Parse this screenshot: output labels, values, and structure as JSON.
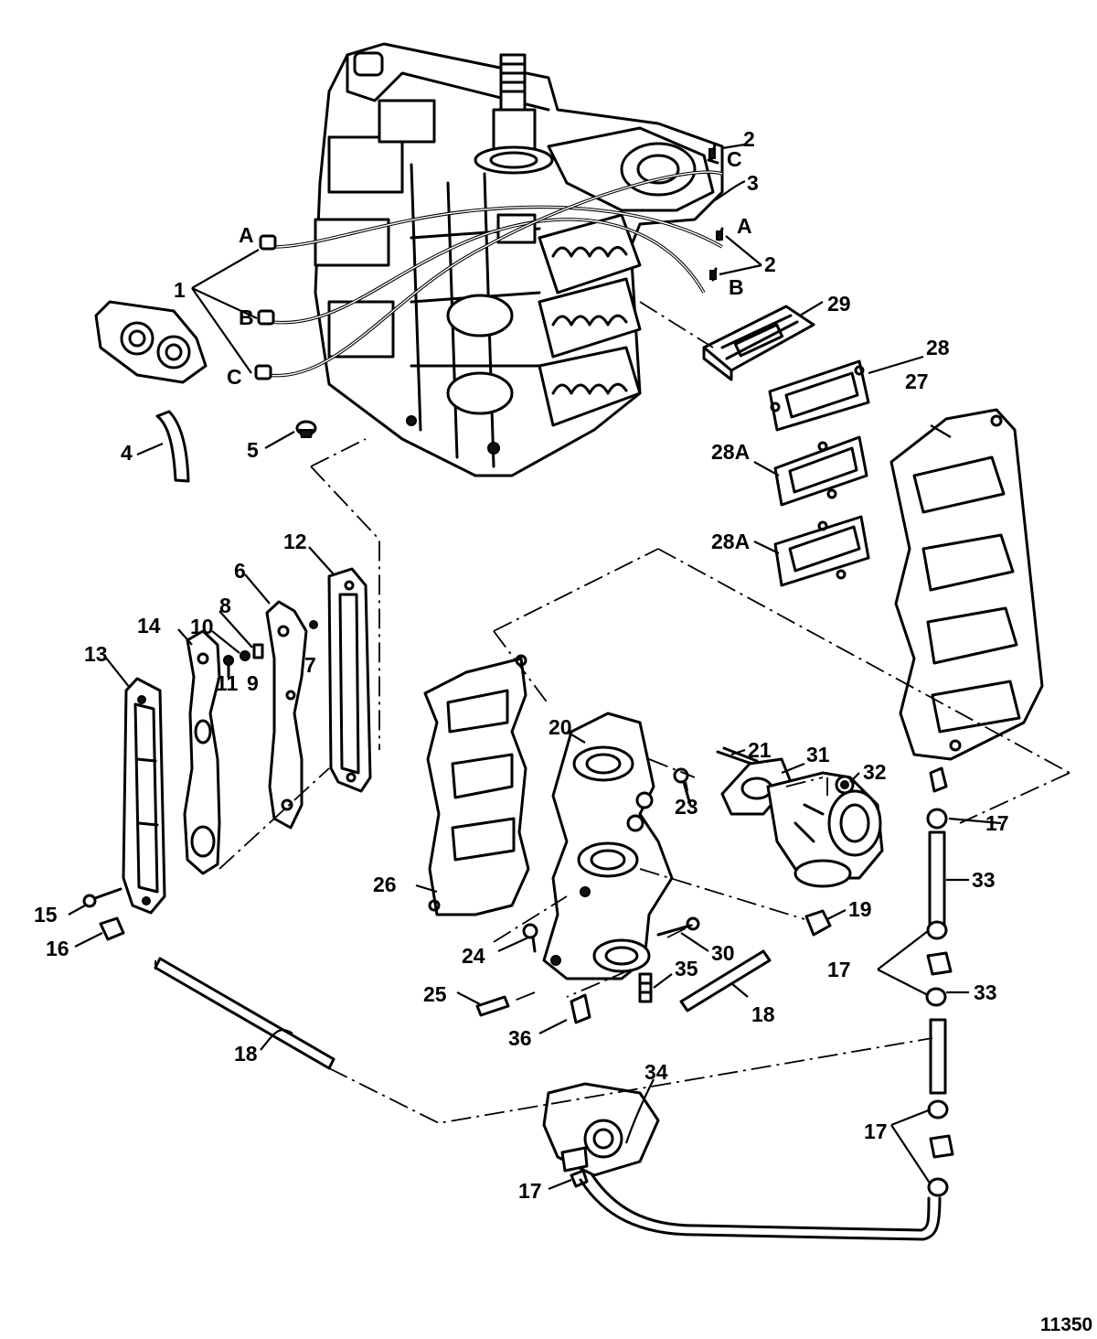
{
  "drawing_id": "11350",
  "callouts": [
    {
      "id": "c1",
      "text": "1"
    },
    {
      "id": "c2a",
      "text": "2"
    },
    {
      "id": "c2b",
      "text": "2"
    },
    {
      "id": "c3",
      "text": "3"
    },
    {
      "id": "c4",
      "text": "4"
    },
    {
      "id": "c5",
      "text": "5"
    },
    {
      "id": "c6",
      "text": "6"
    },
    {
      "id": "c7",
      "text": "7"
    },
    {
      "id": "c8",
      "text": "8"
    },
    {
      "id": "c9",
      "text": "9"
    },
    {
      "id": "c10",
      "text": "10"
    },
    {
      "id": "c11",
      "text": "11"
    },
    {
      "id": "c12",
      "text": "12"
    },
    {
      "id": "c13",
      "text": "13"
    },
    {
      "id": "c14",
      "text": "14"
    },
    {
      "id": "c15",
      "text": "15"
    },
    {
      "id": "c16",
      "text": "16"
    },
    {
      "id": "c17a",
      "text": "17"
    },
    {
      "id": "c17b",
      "text": "17"
    },
    {
      "id": "c17c",
      "text": "17"
    },
    {
      "id": "c17d",
      "text": "17"
    },
    {
      "id": "c18a",
      "text": "18"
    },
    {
      "id": "c18b",
      "text": "18"
    },
    {
      "id": "c19",
      "text": "19"
    },
    {
      "id": "c20",
      "text": "20"
    },
    {
      "id": "c21",
      "text": "21"
    },
    {
      "id": "c23",
      "text": "23"
    },
    {
      "id": "c24",
      "text": "24"
    },
    {
      "id": "c25",
      "text": "25"
    },
    {
      "id": "c26",
      "text": "26"
    },
    {
      "id": "c27",
      "text": "27"
    },
    {
      "id": "c28",
      "text": "28"
    },
    {
      "id": "c28a1",
      "text": "28A"
    },
    {
      "id": "c28a2",
      "text": "28A"
    },
    {
      "id": "c29",
      "text": "29"
    },
    {
      "id": "c30",
      "text": "30"
    },
    {
      "id": "c31",
      "text": "31"
    },
    {
      "id": "c32",
      "text": "32"
    },
    {
      "id": "c33a",
      "text": "33"
    },
    {
      "id": "c33b",
      "text": "33"
    },
    {
      "id": "c34",
      "text": "34"
    },
    {
      "id": "c35",
      "text": "35"
    },
    {
      "id": "c36",
      "text": "36"
    },
    {
      "id": "cA1",
      "text": "A"
    },
    {
      "id": "cB1",
      "text": "B"
    },
    {
      "id": "cC1",
      "text": "C"
    },
    {
      "id": "cA2",
      "text": "A"
    },
    {
      "id": "cB2",
      "text": "B"
    },
    {
      "id": "cC2",
      "text": "C"
    }
  ]
}
